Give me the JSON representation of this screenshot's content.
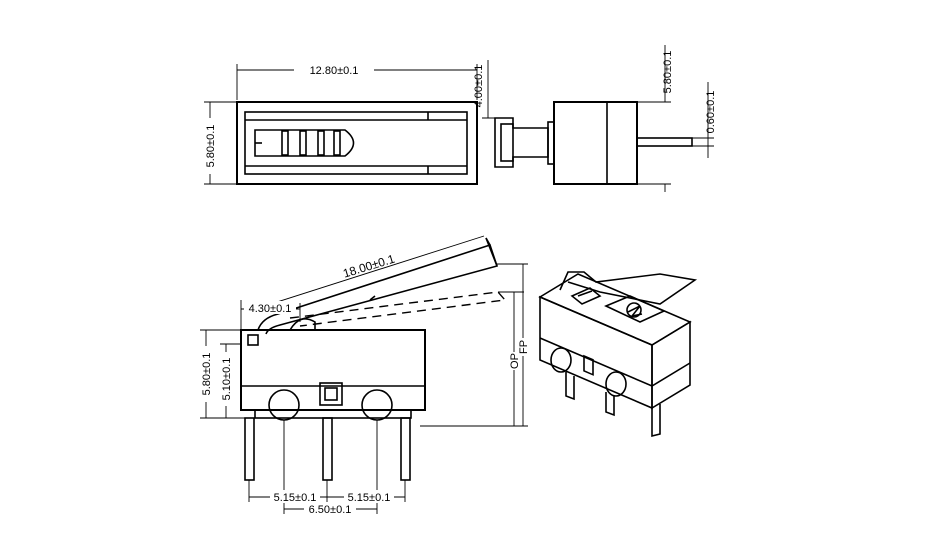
{
  "dimensions": {
    "top_width": "12.80±0.1",
    "top_height": "5.80±0.1",
    "side_height_4": "4.00±0.1",
    "side_height_58": "5.80±0.1",
    "pin_thick": "0.60±0.1",
    "lever_length": "18.00±0.1",
    "lever_pivot": "4.30±0.1",
    "body_height": "5.80±0.1",
    "hole_height": "5.10±0.1",
    "pitch_left": "5.15±0.1",
    "pitch_right": "5.15±0.1",
    "pitch_total": "6.50±0.1",
    "op": "OP",
    "fp": "FP"
  },
  "colors": {
    "line": "#000000",
    "background": "#ffffff"
  }
}
